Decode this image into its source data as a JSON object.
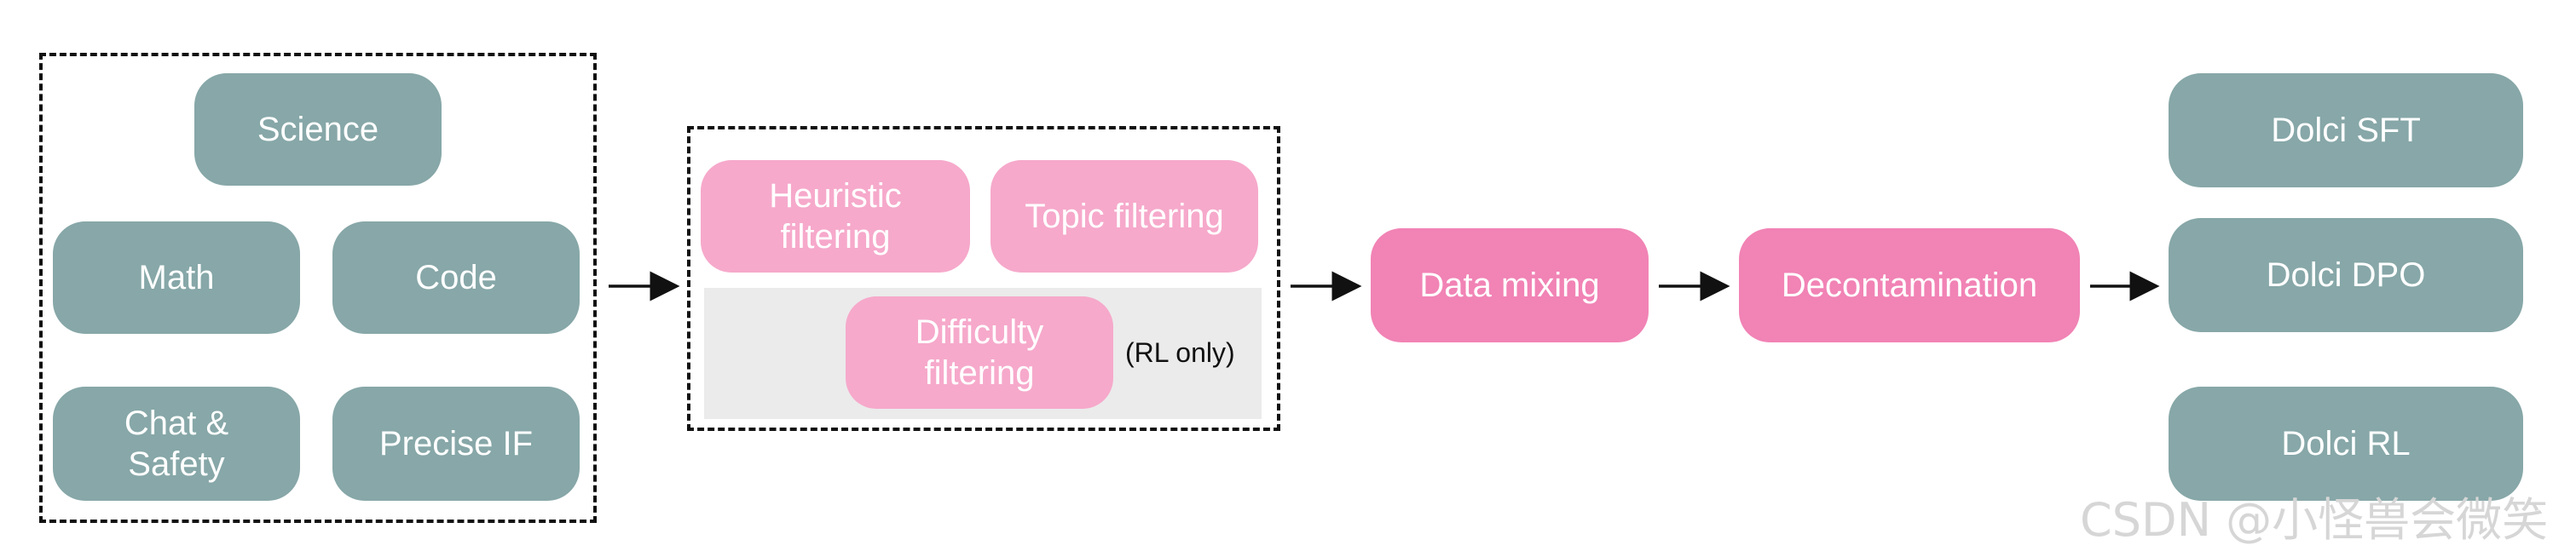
{
  "sources": {
    "science": "Science",
    "math": "Math",
    "code": "Code",
    "chat_safety": "Chat &\nSafety",
    "precise_if": "Precise IF"
  },
  "filters": {
    "heuristic": "Heuristic\nfiltering",
    "topic": "Topic filtering",
    "difficulty": "Difficulty\nfiltering",
    "rl_only_note": "(RL only)"
  },
  "pipeline": {
    "data_mixing": "Data mixing",
    "decontamination": "Decontamination"
  },
  "outputs": {
    "sft": "Dolci SFT",
    "dpo": "Dolci DPO",
    "rl": "Dolci RL"
  },
  "watermark": "CSDN @小怪兽会微笑",
  "colors": {
    "source_box": "#87a7a8",
    "filter_box": "#f6a9cb",
    "pipeline_box": "#f183b5",
    "output_box": "#87a7a8"
  }
}
